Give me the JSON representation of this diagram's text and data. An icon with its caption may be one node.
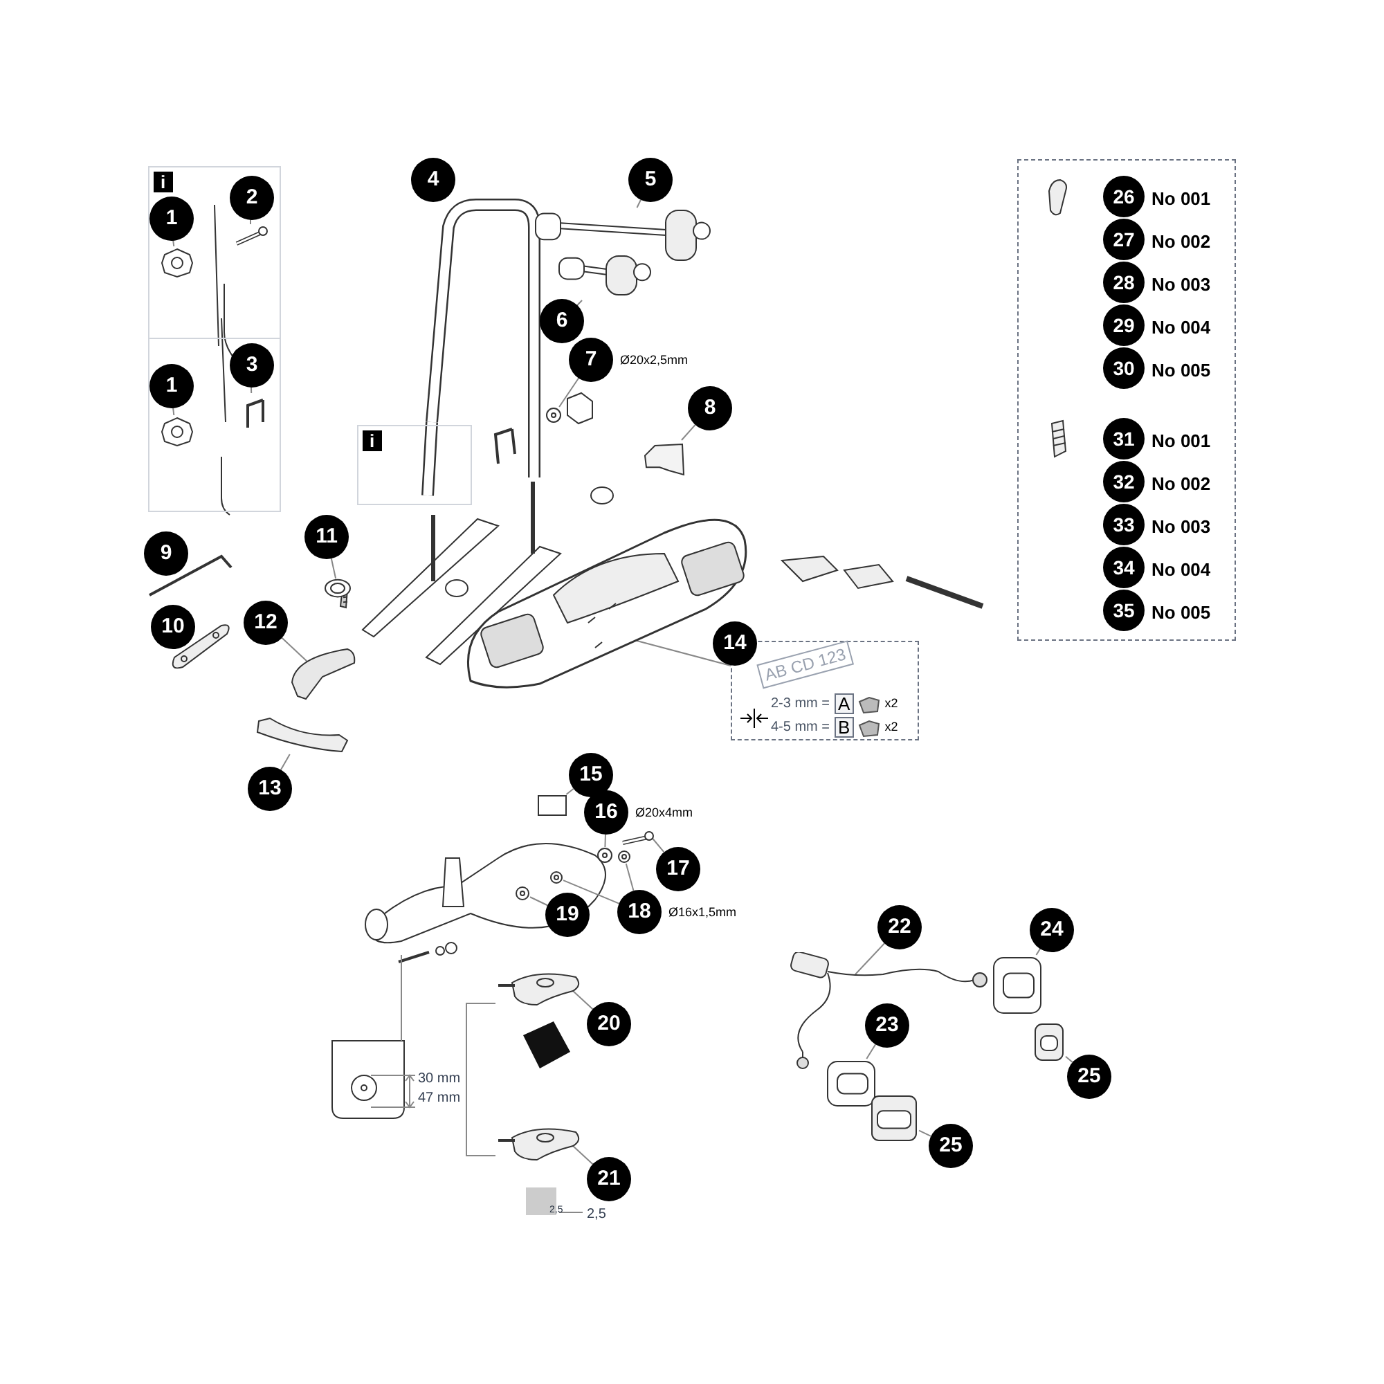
{
  "diagram": {
    "nodes": [
      {
        "text": [
          "i"
        ]
      },
      {
        "text": [
          "1"
        ],
        "in": 0
      },
      {
        "text": [
          "2"
        ],
        "in": 0
      },
      {
        "text": [
          "1"
        ],
        "in": 0
      },
      {
        "text": [
          "3"
        ],
        "in": 0
      },
      {
        "text": [],
        "shape": "picture",
        "in": 0
      },
      {
        "text": [],
        "shape": "picture",
        "in": 0
      },
      {
        "text": [],
        "shape": "picture",
        "in": 0
      },
      {
        "text": [],
        "shape": "picture",
        "in": 0
      },
      {
        "text": [
          "i"
        ]
      },
      {
        "text": [
          "4"
        ]
      },
      {
        "text": [],
        "shape": "picture"
      },
      {
        "text": [
          "5"
        ]
      },
      {
        "text": [],
        "shape": "picture"
      },
      {
        "text": [
          "6"
        ]
      },
      {
        "text": [],
        "shape": "picture"
      },
      {
        "text": [
          "7"
        ],
        "beside": [
          "Ø20x2,5mm"
        ]
      },
      {
        "text": [],
        "shape": "picture"
      },
      {
        "text": [
          "8"
        ]
      },
      {
        "text": [],
        "shape": "picture"
      },
      {
        "text": [
          "9"
        ]
      },
      {
        "text": [
          "10"
        ]
      },
      {
        "text": [
          "11"
        ]
      },
      {
        "text": [],
        "shape": "picture"
      },
      {
        "text": [
          "12"
        ]
      },
      {
        "text": [],
        "shape": "picture"
      },
      {
        "text": [
          "13"
        ]
      },
      {
        "text": [],
        "shape": "picture"
      },
      {
        "text": [],
        "shape": "picture"
      },
      {
        "text": [
          "AB CD 123",
          "2-3 mm =",
          "A",
          "x2",
          "4-5 mm =",
          "B",
          "x2"
        ]
      },
      {
        "text": [
          "14"
        ]
      },
      {
        "text": [
          "15"
        ]
      },
      {
        "text": [],
        "shape": "box"
      },
      {
        "text": [
          "16"
        ],
        "beside": [
          "Ø20x4mm"
        ]
      },
      {
        "text": [],
        "shape": "picture"
      },
      {
        "text": [
          "17"
        ]
      },
      {
        "text": [],
        "shape": "picture"
      },
      {
        "text": [
          "18"
        ],
        "beside": [
          "Ø16x1,5mm"
        ]
      },
      {
        "text": [],
        "shape": "picture"
      },
      {
        "text": [],
        "shape": "picture"
      },
      {
        "text": [
          "19"
        ]
      },
      {
        "text": [],
        "shape": "picture"
      },
      {
        "text": [
          "20"
        ]
      },
      {
        "text": [],
        "shape": "picture"
      },
      {
        "text": [
          "21"
        ]
      },
      {
        "text": [],
        "shape": "picture"
      },
      {
        "text": [
          "22"
        ]
      },
      {
        "text": [],
        "shape": "picture"
      },
      {
        "text": [
          "23"
        ]
      },
      {
        "text": [],
        "shape": "picture"
      },
      {
        "text": [
          "24"
        ]
      },
      {
        "text": [],
        "shape": "picture"
      },
      {
        "text": [
          "25"
        ]
      },
      {
        "text": [],
        "shape": "picture"
      },
      {
        "text": [
          "25"
        ]
      },
      {
        "text": [],
        "shape": "picture"
      },
      {
        "text": [],
        "shape": "box"
      },
      {
        "text": [
          "26"
        ],
        "beside": [
          "No 001"
        ],
        "in": 56
      },
      {
        "text": [
          "27"
        ],
        "beside": [
          "No 002"
        ],
        "in": 56
      },
      {
        "text": [
          "28"
        ],
        "beside": [
          "No 003"
        ],
        "in": 56
      },
      {
        "text": [
          "29"
        ],
        "beside": [
          "No 004"
        ],
        "in": 56
      },
      {
        "text": [
          "30"
        ],
        "beside": [
          "No 005"
        ],
        "in": 56
      },
      {
        "text": [
          "31"
        ],
        "beside": [
          "No 001"
        ],
        "in": 56
      },
      {
        "text": [
          "32"
        ],
        "beside": [
          "No 002"
        ],
        "in": 56
      },
      {
        "text": [
          "33"
        ],
        "beside": [
          "No 003"
        ],
        "in": 56
      },
      {
        "text": [
          "34"
        ],
        "beside": [
          "No 004"
        ],
        "in": 56
      },
      {
        "text": [
          "35"
        ],
        "beside": [
          "No 005"
        ],
        "in": 56
      }
    ],
    "edges": [
      {
        "from": 1,
        "to": 5,
        "arrow": "none"
      },
      {
        "from": 2,
        "to": 6,
        "arrow": "none"
      },
      {
        "from": 3,
        "to": 7,
        "arrow": "none"
      },
      {
        "from": 4,
        "to": 8,
        "arrow": "none"
      },
      {
        "from": 10,
        "to": 11,
        "arrow": "none"
      },
      {
        "from": 12,
        "to": 13,
        "arrow": "none"
      },
      {
        "from": 14,
        "to": 15,
        "arrow": "none"
      },
      {
        "from": 16,
        "to": 17,
        "arrow": "none"
      },
      {
        "from": 18,
        "to": 19,
        "arrow": "none"
      },
      {
        "from": 22,
        "to": 23,
        "arrow": "none"
      },
      {
        "from": 24,
        "to": 25,
        "arrow": "none"
      },
      {
        "from": 26,
        "to": 27,
        "arrow": "none"
      },
      {
        "from": 29,
        "to": 28,
        "arrow": "none"
      },
      {
        "from": 31,
        "to": 32,
        "arrow": "none"
      },
      {
        "from": 33,
        "to": 34,
        "arrow": "none"
      },
      {
        "from": 35,
        "to": 36,
        "arrow": "none"
      },
      {
        "from": 37,
        "to": 38,
        "arrow": "none"
      },
      {
        "from": 37,
        "to": 39,
        "arrow": "none"
      },
      {
        "from": 40,
        "to": 41,
        "arrow": "none"
      },
      {
        "from": 42,
        "to": 43,
        "arrow": "none"
      },
      {
        "from": 44,
        "to": 45,
        "arrow": "none"
      },
      {
        "from": 46,
        "to": 47,
        "arrow": "none"
      },
      {
        "from": 48,
        "to": 49,
        "arrow": "none"
      },
      {
        "from": 50,
        "to": 51,
        "arrow": "none"
      },
      {
        "from": 52,
        "to": 53,
        "arrow": "none"
      },
      {
        "from": 54,
        "to": 55,
        "arrow": "none"
      }
    ],
    "labels": [
      "30 mm",
      "47 mm",
      "2,5",
      "2,5"
    ]
  }
}
